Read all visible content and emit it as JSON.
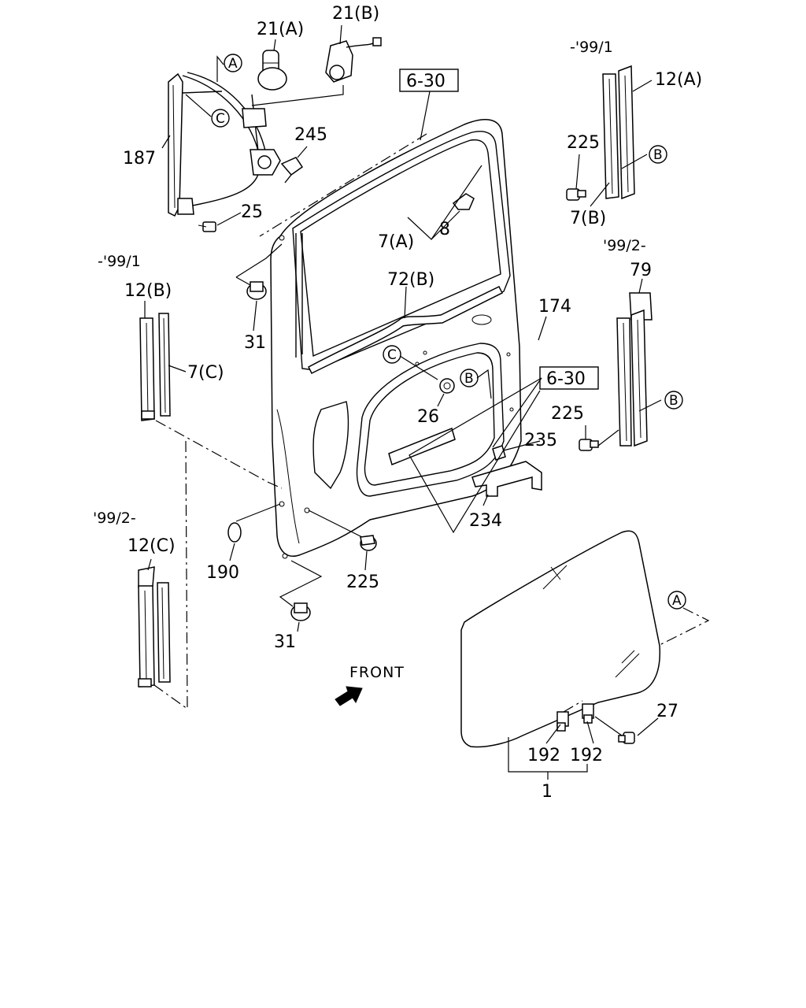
{
  "diagram": {
    "part_labels": {
      "p21a": "21(A)",
      "p21b": "21(B)",
      "p187": "187",
      "p245": "245",
      "p25": "25",
      "p12a": "12(A)",
      "p225_top": "225",
      "p7b": "7(B)",
      "p7a": "7(A)",
      "p8": "8",
      "p12b": "12(B)",
      "p7c": "7(C)",
      "p31_top": "31",
      "p72b": "72(B)",
      "p174": "174",
      "p79": "79",
      "p26": "26",
      "p225_right": "225",
      "p235": "235",
      "p234": "234",
      "p12c": "12(C)",
      "p190": "190",
      "p225_bottom": "225",
      "p31_bottom": "31",
      "p27": "27",
      "p192_left": "192",
      "p192_right": "192",
      "p1": "1"
    },
    "ref_boxes": {
      "top": "6-30",
      "mid": "6-30"
    },
    "date_notes": {
      "top_right_pre": "-'99/1",
      "right_post": "'99/2-",
      "left_pre": "-'99/1",
      "left_post": "'99/2-"
    },
    "circle_markers": {
      "a_top": "A",
      "c_top": "C",
      "b_top_right": "B",
      "c_mid": "C",
      "b_mid": "B",
      "b_right": "B",
      "a_glass": "A"
    },
    "front_label": "FRONT",
    "icons": [
      "front-arrow-icon"
    ]
  }
}
